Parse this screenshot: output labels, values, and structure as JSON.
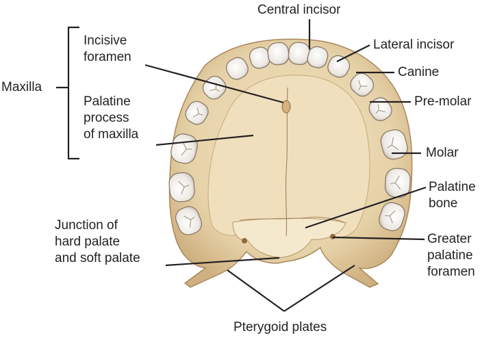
{
  "labels": {
    "central_incisor": "Central incisor",
    "lateral_incisor": "Lateral incisor",
    "canine": "Canine",
    "pre_molar": "Pre-molar",
    "molar": "Molar",
    "palatine_bone": [
      "Palatine",
      "bone"
    ],
    "greater_palatine_foramen": [
      "Greater",
      "palatine",
      "foramen"
    ],
    "maxilla": "Maxilla",
    "incisive_foramen": [
      "Incisive",
      "foramen"
    ],
    "palatine_process": [
      "Palatine",
      "process",
      "of maxilla"
    ],
    "junction": [
      "Junction of",
      "hard palate",
      "and soft palate"
    ],
    "pterygoid_plates": "Pterygoid plates"
  },
  "colors": {
    "bone": "#ead8b4",
    "bone_shadow": "#c9a876",
    "tooth": "#f3f0ec",
    "tooth_edge": "#8a7a66",
    "line": "#231f20"
  }
}
